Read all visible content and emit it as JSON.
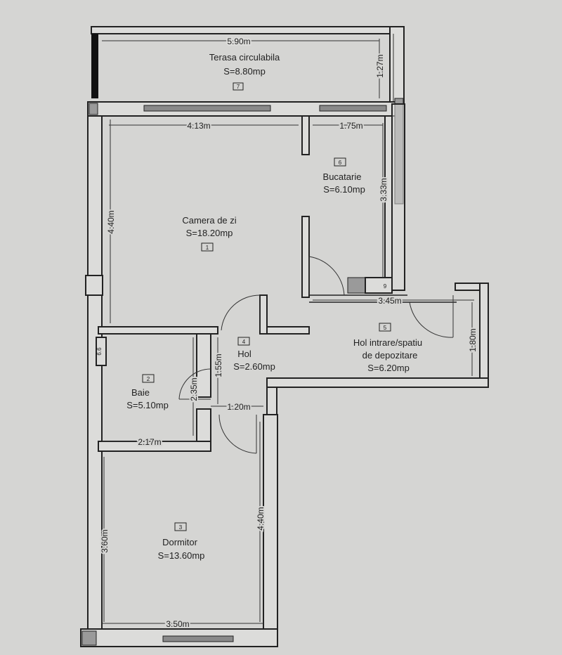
{
  "rooms": [
    {
      "id": "7",
      "name": "Terasa circulabila",
      "area": "S=8.80mp"
    },
    {
      "id": "1",
      "name": "Camera de zi",
      "area": "S=18.20mp"
    },
    {
      "id": "6",
      "name": "Bucatarie",
      "area": "S=6.10mp"
    },
    {
      "id": "2",
      "name": "Baie",
      "area": "S=5.10mp"
    },
    {
      "id": "4",
      "name": "Hol",
      "area": "S=2.60mp"
    },
    {
      "id": "5",
      "name": "Hol intrare/spatiu",
      "name2": "de depozitare",
      "area": "S=6.20mp"
    },
    {
      "id": "3",
      "name": "Dormitor",
      "area": "S=13.60mp"
    }
  ],
  "dimensions": {
    "terrace_width": "5.90m",
    "terrace_depth": "1.27m",
    "living_width": "4.13m",
    "kitchen_width": "1.75m",
    "living_depth": "4.40m",
    "kitchen_depth": "3.33m",
    "entry_width": "3.45m",
    "entry_depth": "1.80m",
    "hall_depth": "1.55m",
    "hall_width": "1.20m",
    "bath_depth": "2.35m",
    "bath_width": "2.17m",
    "bedroom_depth_left": "3.60m",
    "bedroom_depth_right": "4.40m",
    "bedroom_width": "3.50m"
  },
  "markers": {
    "shaft_left": "6.6",
    "shaft_right": "9"
  }
}
